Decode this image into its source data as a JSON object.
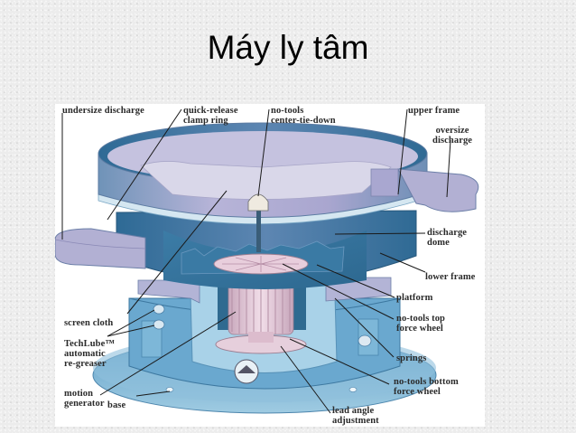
{
  "slide": {
    "title": "Máy ly tâm"
  },
  "diagram": {
    "subject": "vibratory separator (centrifugal screening machine) cutaway",
    "labels": {
      "undersize_discharge": "undersize discharge",
      "quick_release_clamp_ring": "quick-release\nclamp ring",
      "no_tools_center_tie_down": "no-tools\ncenter-tie-down",
      "upper_frame": "upper frame",
      "oversize_discharge": "oversize\ndischarge",
      "discharge_dome": "discharge\ndome",
      "lower_frame": "lower frame",
      "platform": "platform",
      "no_tools_top_force_wheel": "no-tools top\nforce wheel",
      "springs": "springs",
      "no_tools_bottom_force_wheel": "no-tools bottom\nforce wheel",
      "lead_angle_adjustment": "lead angle\nadjustment",
      "base": "base",
      "motion_generator": "motion\ngenerator",
      "techlube_automatic_re_greaser": "TechLube™\nautomatic\nre-greaser",
      "screen_cloth": "screen cloth"
    },
    "colors": {
      "frame_light": "#b9b6d6",
      "frame_mid": "#8e8cbd",
      "dome_blue": "#3f7fa8",
      "base_blue": "#7fb6d6",
      "motor_pink": "#e4c6d6",
      "leader_line": "#1a1a1a"
    }
  }
}
